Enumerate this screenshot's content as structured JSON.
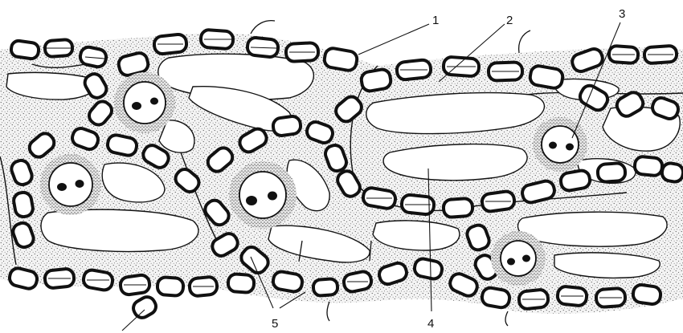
{
  "figure": {
    "callouts": [
      {
        "id": "c1",
        "label": "1"
      },
      {
        "id": "c2",
        "label": "2"
      },
      {
        "id": "c3",
        "label": "3"
      },
      {
        "id": "c4",
        "label": "4"
      },
      {
        "id": "c5",
        "label": "5"
      }
    ],
    "colors": {
      "ink": "#111111",
      "tissue": "#f2f2f2",
      "stipple": "#333333",
      "background": "#ffffff"
    }
  }
}
